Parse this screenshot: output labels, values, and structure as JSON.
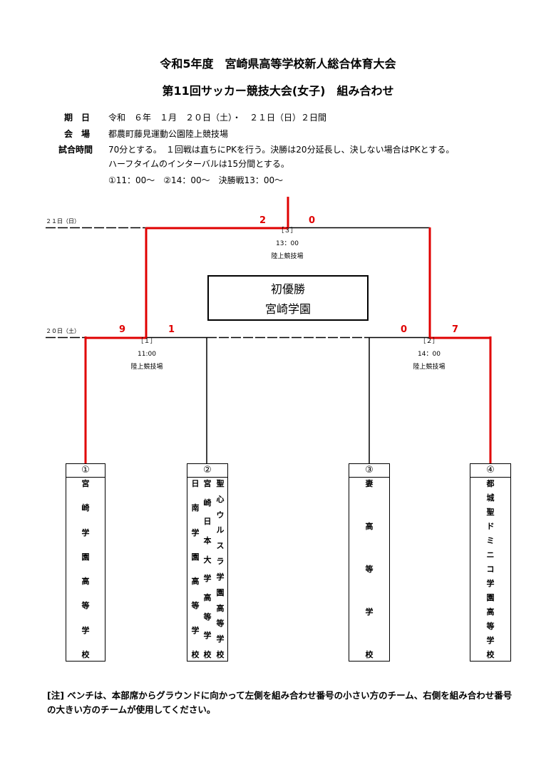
{
  "header": {
    "title1": "令和5年度　宮崎県高等学校新人総合体育大会",
    "title2": "第11回サッカー競技大会(女子)　組み合わせ"
  },
  "info": {
    "date_label": "期　日",
    "date_value": "令和　６年　１月　２０日（土）・　２１日（日）２日間",
    "venue_label": "会　場",
    "venue_value": "都農町藤見運動公園陸上競技場",
    "time_label": "試合時間",
    "time_line1": "70分とする。　１回戦は直ちにPKを行う。決勝は20分延長し、決しない場合はPKとする。",
    "time_line2": "ハーフタイムのインターバルは15分間とする。",
    "time_line3": "①11：00～　②14：00～　決勝戦13：00～"
  },
  "bracket": {
    "day2_label": "２１日（日）",
    "day1_label": "２０日（土）",
    "final": {
      "num": "［３］",
      "time": "13：00",
      "venue": "陸上競技場",
      "score_left": "2",
      "score_right": "0"
    },
    "semi1": {
      "num": "［１］",
      "time": "11:00",
      "venue": "陸上競技場",
      "score_left": "9",
      "score_right": "1"
    },
    "semi2": {
      "num": "［２］",
      "time": "14：00",
      "venue": "陸上競技場",
      "score_left": "0",
      "score_right": "7"
    },
    "champion_line1": "初優勝",
    "champion_line2": "宮崎学園",
    "winner_color": "#e00000"
  },
  "teams": [
    {
      "num": "①",
      "name": "宮崎学園高等学校"
    },
    {
      "num": "②",
      "name_col1": "聖心ウルスラ学園高等学校",
      "name_col2": "宮崎日本大学高等学校",
      "name_col3": "日南学園高等学校"
    },
    {
      "num": "③",
      "name": "妻高等学校"
    },
    {
      "num": "④",
      "name": "都城聖ドミニコ学園高等学校"
    }
  ],
  "note": "[注]  ベンチは、本部席からグラウンドに向かって左側を組み合わせ番号の小さい方のチーム、右側を組み合わせ番号の大きい方のチームが使用してください。"
}
